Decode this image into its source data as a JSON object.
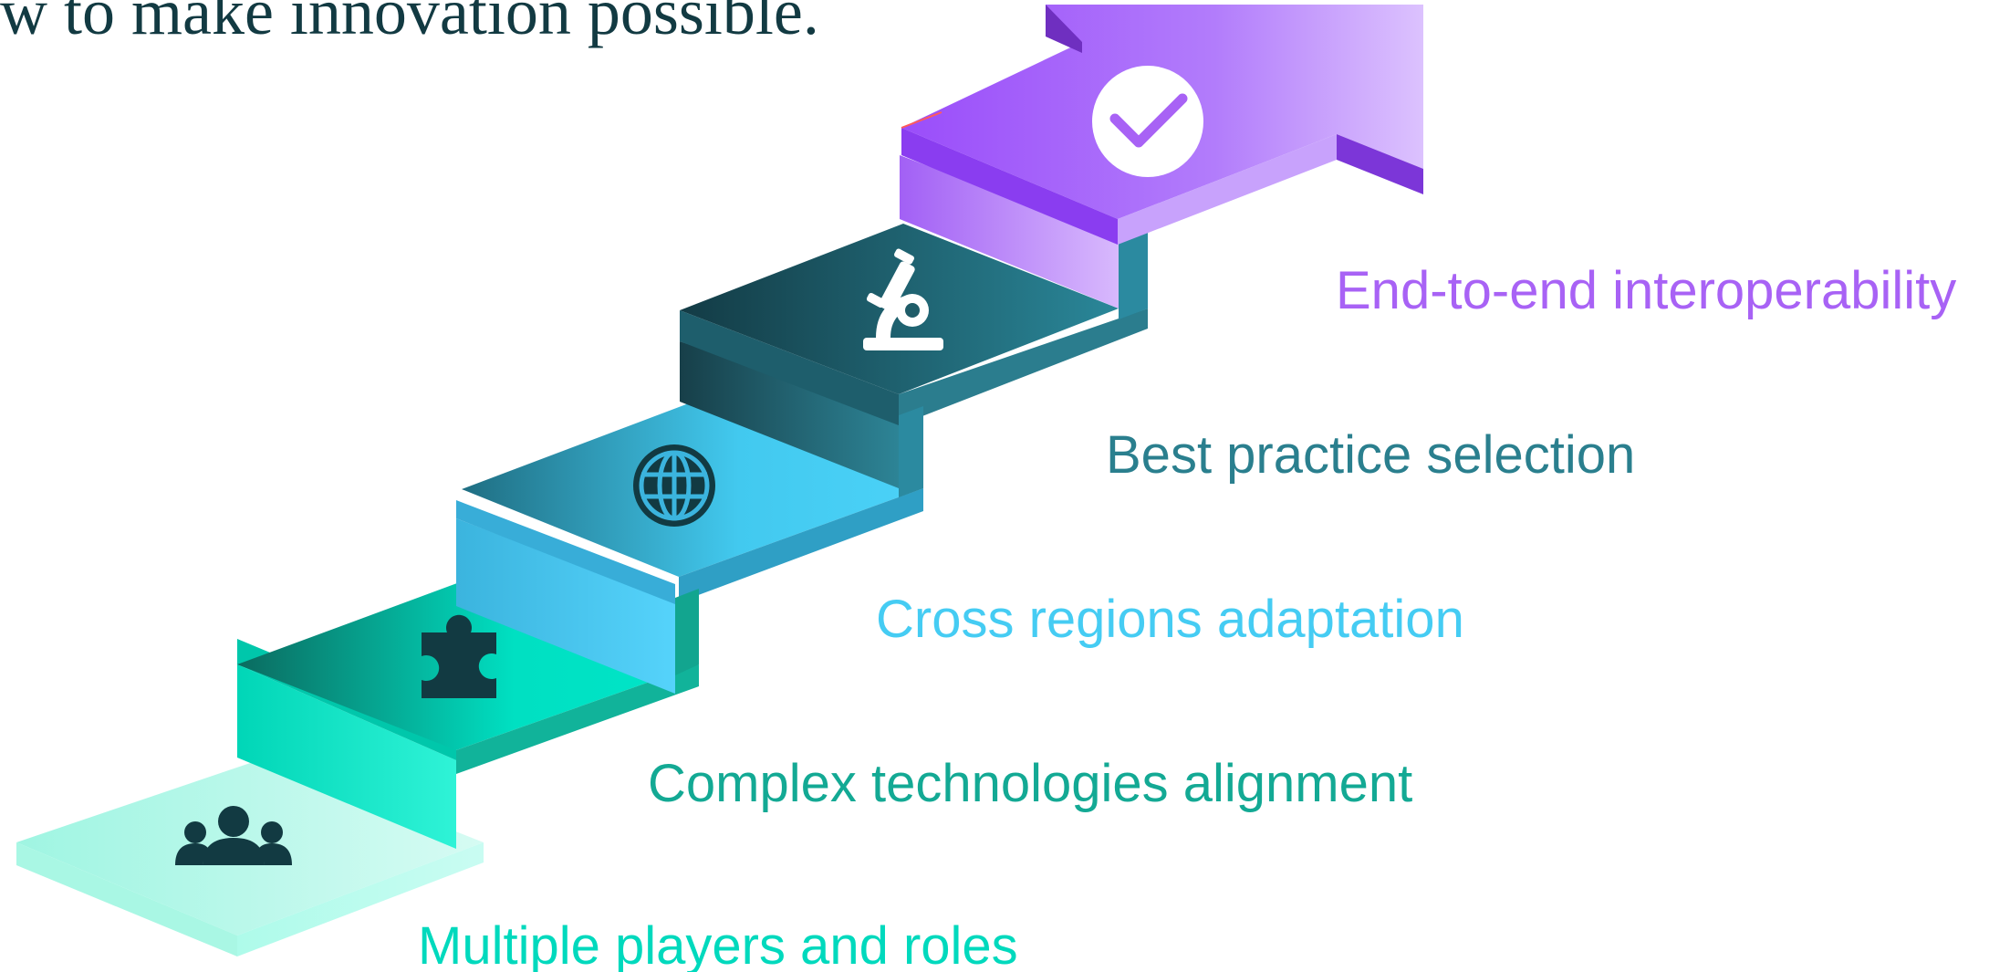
{
  "headline": "w to make innovation possible.",
  "steps": [
    {
      "label": "Multiple players and roles",
      "icon": "people-group-icon",
      "color": "#00d9bd"
    },
    {
      "label": "Complex technologies alignment",
      "icon": "puzzle-piece-icon",
      "color": "#13a994"
    },
    {
      "label": "Cross regions adaptation",
      "icon": "globe-icon",
      "color": "#45ccf3"
    },
    {
      "label": "Best practice selection",
      "icon": "microscope-icon",
      "color": "#2a7f8e"
    },
    {
      "label": "End-to-end interoperability",
      "icon": "checkmark-circle-icon",
      "color": "#a862f5"
    }
  ]
}
